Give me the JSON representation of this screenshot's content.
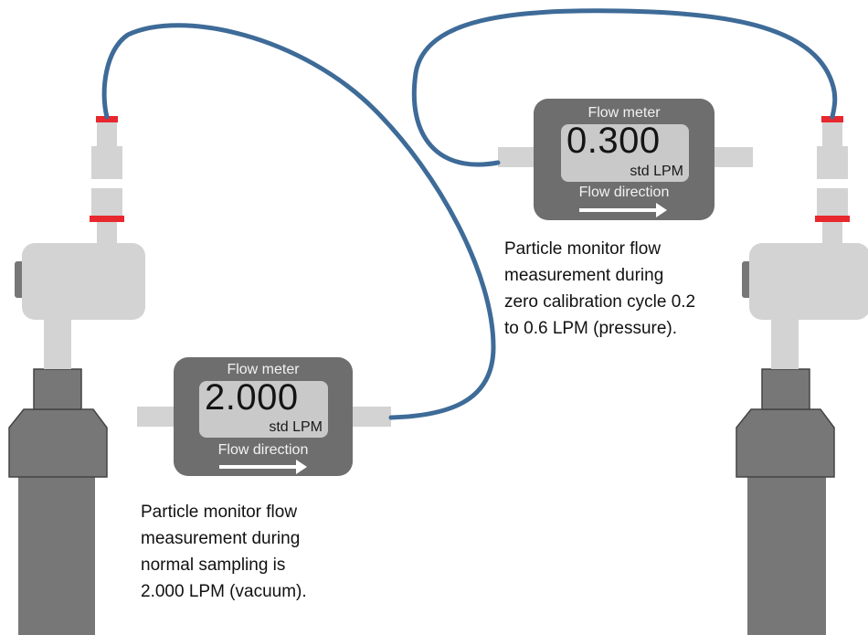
{
  "meter_left": {
    "title": "Flow meter",
    "reading": "2.000",
    "unit": "std LPM",
    "direction_label": "Flow direction"
  },
  "meter_right": {
    "title": "Flow meter",
    "reading": "0.300",
    "unit": "std LPM",
    "direction_label": "Flow direction"
  },
  "note_left": "Particle monitor flow\nmeasurement during\nnormal sampling is\n2.000 LPM (vacuum).",
  "note_right": "Particle monitor flow\nmeasurement during\nzero calibration cycle 0.2\nto 0.6 LPM (pressure).",
  "colors": {
    "tube": "#3e6b98",
    "connector_band": "#e8272e",
    "meter_body": "#6e6e6e",
    "meter_screen": "#c9c9c9",
    "device_light": "#d3d3d3",
    "device_dark": "#777777",
    "device_outline": "#444444"
  }
}
